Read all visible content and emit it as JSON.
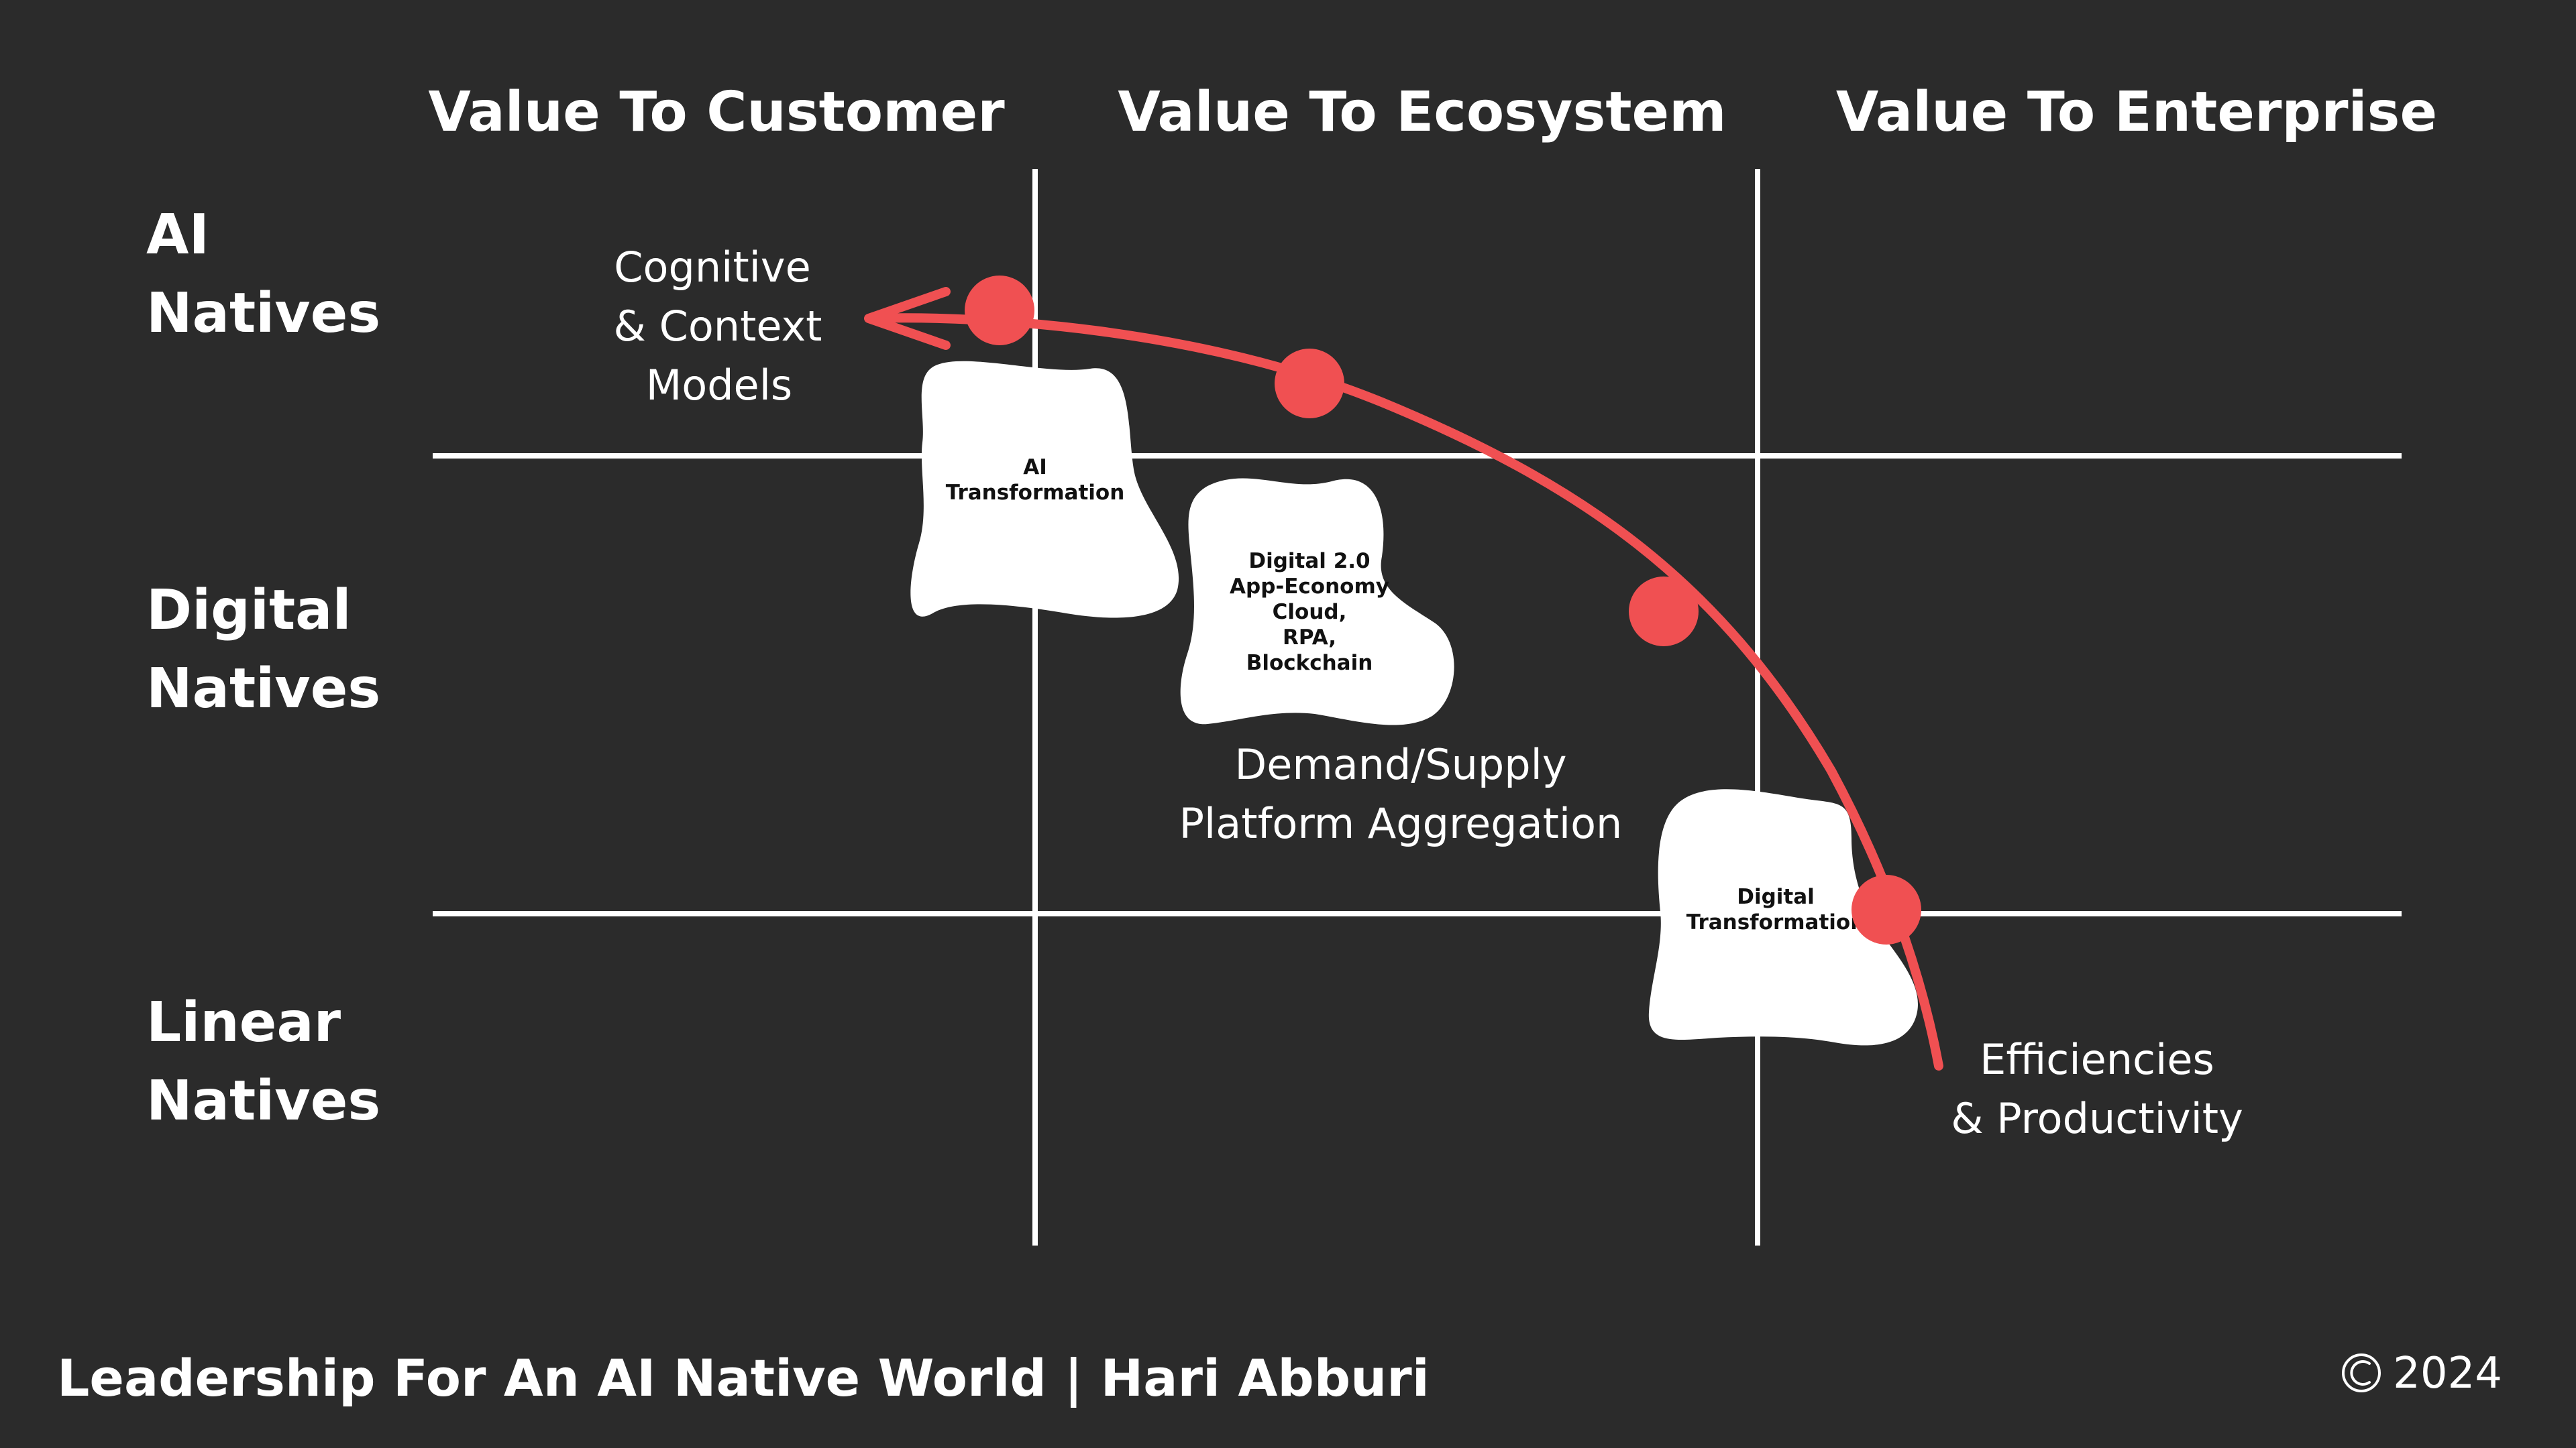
{
  "colors": {
    "background": "#2b2b2b",
    "grid": "#ffffff",
    "accent": "#f05052",
    "blob": "#ffffff",
    "text": "#ffffff",
    "blob_text": "#111111"
  },
  "columns": [
    "Value To Customer",
    "Value To Ecosystem",
    "Value To Enterprise"
  ],
  "rows": [
    [
      "AI",
      "Natives"
    ],
    [
      "Digital",
      "Natives"
    ],
    [
      "Linear",
      "Natives"
    ]
  ],
  "annotations": {
    "cognitive": [
      "Cognitive",
      "& Context",
      "Models"
    ],
    "platform": [
      "Demand/Supply",
      "Platform Aggregation"
    ],
    "efficiencies": [
      "Efficiencies",
      "& Productivity"
    ]
  },
  "blobs": {
    "ai": [
      "AI",
      "Transformation"
    ],
    "digital2": [
      "Digital 2.0",
      "App-Economy",
      "Cloud,",
      "RPA,",
      "Blockchain"
    ],
    "digital": [
      "Digital",
      "Transformation"
    ]
  },
  "curve": {
    "marker_count": 4,
    "arrow": "arrow-left-icon"
  },
  "footer": {
    "title": "Leadership For An AI Native World | Hari Abburi",
    "copyright_icon": "copyright-icon",
    "year": "2024"
  }
}
